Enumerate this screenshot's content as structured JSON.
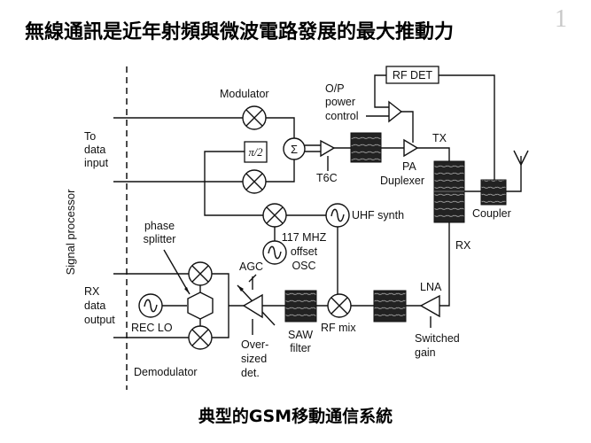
{
  "slide": {
    "title": "無線通訊是近年射頻與微波電路發展的最大推動力",
    "page_number": "1",
    "caption": "典型的GSM移動通信系統"
  },
  "diagram": {
    "signal_processor": "Signal processor",
    "to_data_input": [
      "To",
      "data",
      "input"
    ],
    "rx_data_output": [
      "RX",
      "data",
      "output"
    ],
    "modulator": "Modulator",
    "pi_over_2": "π/2",
    "sigma": "Σ",
    "t6c": "T6C",
    "op_power_control": [
      "O/P",
      "power",
      "control"
    ],
    "rf_det": "RF DET",
    "tx": "TX",
    "pa": "PA",
    "duplexer": "Duplexer",
    "coupler": "Coupler",
    "rx": "RX",
    "uhf_synth": "UHF synth",
    "offset_osc": [
      "117 MHZ",
      "offset",
      "OSC"
    ],
    "phase_splitter": [
      "phase",
      "splitter"
    ],
    "agc": "AGC",
    "lna": "LNA",
    "switched_gain": [
      "Switched",
      "gain"
    ],
    "rf_mix": "RF mix",
    "saw_filter": [
      "SAW",
      "filter"
    ],
    "oversized_det": [
      "Over-",
      "sized",
      "det."
    ],
    "rec_lo": "REC LO",
    "demodulator": "Demodulator"
  }
}
